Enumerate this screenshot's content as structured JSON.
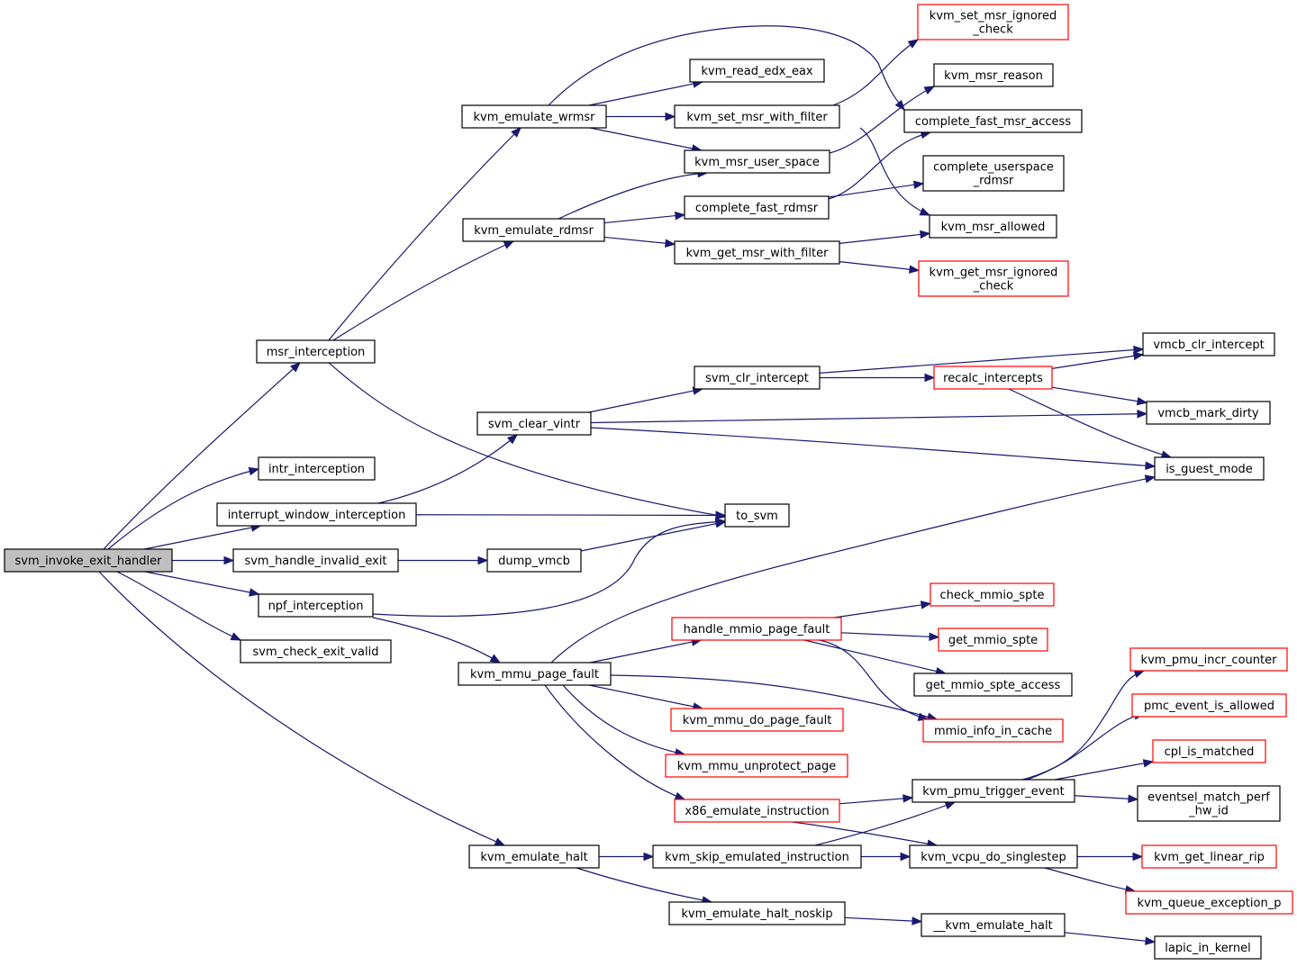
{
  "colors": {
    "edge": "#191970",
    "node_border": "#000000",
    "node_border_truncated": "#ff0000",
    "root_fill": "#bfbfbf",
    "node_fill": "#ffffff"
  },
  "nodes": [
    {
      "id": "root",
      "lines": [
        "svm_invoke_exit_handler"
      ],
      "style": "root"
    },
    {
      "id": "msr_interception",
      "lines": [
        "msr_interception"
      ],
      "style": "normal"
    },
    {
      "id": "intr_interception",
      "lines": [
        "intr_interception"
      ],
      "style": "normal"
    },
    {
      "id": "interrupt_window_interception",
      "lines": [
        "interrupt_window_interception"
      ],
      "style": "normal"
    },
    {
      "id": "svm_handle_invalid_exit",
      "lines": [
        "svm_handle_invalid_exit"
      ],
      "style": "normal"
    },
    {
      "id": "npf_interception",
      "lines": [
        "npf_interception"
      ],
      "style": "normal"
    },
    {
      "id": "svm_check_exit_valid",
      "lines": [
        "svm_check_exit_valid"
      ],
      "style": "normal"
    },
    {
      "id": "kvm_emulate_wrmsr",
      "lines": [
        "kvm_emulate_wrmsr"
      ],
      "style": "normal"
    },
    {
      "id": "kvm_emulate_rdmsr",
      "lines": [
        "kvm_emulate_rdmsr"
      ],
      "style": "normal"
    },
    {
      "id": "svm_clear_vintr",
      "lines": [
        "svm_clear_vintr"
      ],
      "style": "normal"
    },
    {
      "id": "dump_vmcb",
      "lines": [
        "dump_vmcb"
      ],
      "style": "normal"
    },
    {
      "id": "kvm_mmu_page_fault",
      "lines": [
        "kvm_mmu_page_fault"
      ],
      "style": "normal"
    },
    {
      "id": "kvm_emulate_halt",
      "lines": [
        "kvm_emulate_halt"
      ],
      "style": "normal"
    },
    {
      "id": "kvm_read_edx_eax",
      "lines": [
        "kvm_read_edx_eax"
      ],
      "style": "normal"
    },
    {
      "id": "kvm_set_msr_with_filter",
      "lines": [
        "kvm_set_msr_with_filter"
      ],
      "style": "normal"
    },
    {
      "id": "kvm_msr_user_space",
      "lines": [
        "kvm_msr_user_space"
      ],
      "style": "normal"
    },
    {
      "id": "complete_fast_rdmsr",
      "lines": [
        "complete_fast_rdmsr"
      ],
      "style": "normal"
    },
    {
      "id": "kvm_get_msr_with_filter",
      "lines": [
        "kvm_get_msr_with_filter"
      ],
      "style": "normal"
    },
    {
      "id": "svm_clr_intercept",
      "lines": [
        "svm_clr_intercept"
      ],
      "style": "normal"
    },
    {
      "id": "to_svm",
      "lines": [
        "to_svm"
      ],
      "style": "normal"
    },
    {
      "id": "handle_mmio_page_fault",
      "lines": [
        "handle_mmio_page_fault"
      ],
      "style": "truncated"
    },
    {
      "id": "kvm_mmu_do_page_fault",
      "lines": [
        "kvm_mmu_do_page_fault"
      ],
      "style": "truncated"
    },
    {
      "id": "kvm_mmu_unprotect_page",
      "lines": [
        "kvm_mmu_unprotect_page"
      ],
      "style": "truncated"
    },
    {
      "id": "x86_emulate_instruction",
      "lines": [
        "x86_emulate_instruction"
      ],
      "style": "truncated"
    },
    {
      "id": "kvm_skip_emulated_instruction",
      "lines": [
        "kvm_skip_emulated_instruction"
      ],
      "style": "normal"
    },
    {
      "id": "kvm_emulate_halt_noskip",
      "lines": [
        "kvm_emulate_halt_noskip"
      ],
      "style": "normal"
    },
    {
      "id": "kvm_set_msr_ignored_check",
      "lines": [
        "kvm_set_msr_ignored",
        "_check"
      ],
      "style": "truncated"
    },
    {
      "id": "kvm_msr_reason",
      "lines": [
        "kvm_msr_reason"
      ],
      "style": "normal"
    },
    {
      "id": "complete_fast_msr_access",
      "lines": [
        "complete_fast_msr_access"
      ],
      "style": "normal"
    },
    {
      "id": "complete_userspace_rdmsr",
      "lines": [
        "complete_userspace",
        "_rdmsr"
      ],
      "style": "normal"
    },
    {
      "id": "kvm_msr_allowed",
      "lines": [
        "kvm_msr_allowed"
      ],
      "style": "normal"
    },
    {
      "id": "kvm_get_msr_ignored_check",
      "lines": [
        "kvm_get_msr_ignored",
        "_check"
      ],
      "style": "truncated"
    },
    {
      "id": "recalc_intercepts",
      "lines": [
        "recalc_intercepts"
      ],
      "style": "truncated"
    },
    {
      "id": "check_mmio_spte",
      "lines": [
        "check_mmio_spte"
      ],
      "style": "truncated"
    },
    {
      "id": "get_mmio_spte",
      "lines": [
        "get_mmio_spte"
      ],
      "style": "truncated"
    },
    {
      "id": "get_mmio_spte_access",
      "lines": [
        "get_mmio_spte_access"
      ],
      "style": "normal"
    },
    {
      "id": "mmio_info_in_cache",
      "lines": [
        "mmio_info_in_cache"
      ],
      "style": "truncated"
    },
    {
      "id": "kvm_pmu_trigger_event",
      "lines": [
        "kvm_pmu_trigger_event"
      ],
      "style": "normal"
    },
    {
      "id": "kvm_vcpu_do_singlestep",
      "lines": [
        "kvm_vcpu_do_singlestep"
      ],
      "style": "normal"
    },
    {
      "id": "__kvm_emulate_halt",
      "lines": [
        "__kvm_emulate_halt"
      ],
      "style": "normal"
    },
    {
      "id": "vmcb_clr_intercept",
      "lines": [
        "vmcb_clr_intercept"
      ],
      "style": "normal"
    },
    {
      "id": "vmcb_mark_dirty",
      "lines": [
        "vmcb_mark_dirty"
      ],
      "style": "normal"
    },
    {
      "id": "is_guest_mode",
      "lines": [
        "is_guest_mode"
      ],
      "style": "normal"
    },
    {
      "id": "kvm_pmu_incr_counter",
      "lines": [
        "kvm_pmu_incr_counter"
      ],
      "style": "truncated"
    },
    {
      "id": "pmc_event_is_allowed",
      "lines": [
        "pmc_event_is_allowed"
      ],
      "style": "truncated"
    },
    {
      "id": "cpl_is_matched",
      "lines": [
        "cpl_is_matched"
      ],
      "style": "truncated"
    },
    {
      "id": "eventsel_match_perf_hw_id",
      "lines": [
        "eventsel_match_perf",
        "_hw_id"
      ],
      "style": "normal"
    },
    {
      "id": "kvm_get_linear_rip",
      "lines": [
        "kvm_get_linear_rip"
      ],
      "style": "truncated"
    },
    {
      "id": "kvm_queue_exception_p",
      "lines": [
        "kvm_queue_exception_p"
      ],
      "style": "truncated"
    },
    {
      "id": "lapic_in_kernel",
      "lines": [
        "lapic_in_kernel"
      ],
      "style": "normal"
    }
  ],
  "edges": [
    {
      "from": "root",
      "to": "msr_interception"
    },
    {
      "from": "root",
      "to": "intr_interception"
    },
    {
      "from": "root",
      "to": "interrupt_window_interception"
    },
    {
      "from": "root",
      "to": "svm_handle_invalid_exit"
    },
    {
      "from": "root",
      "to": "npf_interception"
    },
    {
      "from": "root",
      "to": "svm_check_exit_valid"
    },
    {
      "from": "root",
      "to": "kvm_emulate_halt"
    },
    {
      "from": "msr_interception",
      "to": "kvm_emulate_wrmsr"
    },
    {
      "from": "msr_interception",
      "to": "kvm_emulate_rdmsr"
    },
    {
      "from": "msr_interception",
      "to": "to_svm"
    },
    {
      "from": "kvm_emulate_wrmsr",
      "to": "kvm_read_edx_eax"
    },
    {
      "from": "kvm_emulate_wrmsr",
      "to": "kvm_set_msr_with_filter"
    },
    {
      "from": "kvm_emulate_wrmsr",
      "to": "kvm_msr_user_space"
    },
    {
      "from": "kvm_emulate_wrmsr",
      "to": "complete_fast_msr_access"
    },
    {
      "from": "kvm_set_msr_with_filter",
      "to": "kvm_set_msr_ignored_check"
    },
    {
      "from": "kvm_set_msr_with_filter",
      "to": "kvm_msr_allowed"
    },
    {
      "from": "kvm_msr_user_space",
      "to": "kvm_msr_reason"
    },
    {
      "from": "kvm_emulate_rdmsr",
      "to": "kvm_msr_user_space"
    },
    {
      "from": "kvm_emulate_rdmsr",
      "to": "complete_fast_rdmsr"
    },
    {
      "from": "kvm_emulate_rdmsr",
      "to": "kvm_get_msr_with_filter"
    },
    {
      "from": "complete_fast_rdmsr",
      "to": "complete_fast_msr_access"
    },
    {
      "from": "complete_fast_rdmsr",
      "to": "complete_userspace_rdmsr"
    },
    {
      "from": "kvm_get_msr_with_filter",
      "to": "kvm_msr_allowed"
    },
    {
      "from": "kvm_get_msr_with_filter",
      "to": "kvm_get_msr_ignored_check"
    },
    {
      "from": "interrupt_window_interception",
      "to": "svm_clear_vintr"
    },
    {
      "from": "interrupt_window_interception",
      "to": "to_svm"
    },
    {
      "from": "svm_clear_vintr",
      "to": "svm_clr_intercept"
    },
    {
      "from": "svm_clear_vintr",
      "to": "vmcb_mark_dirty"
    },
    {
      "from": "svm_clear_vintr",
      "to": "is_guest_mode"
    },
    {
      "from": "svm_clr_intercept",
      "to": "vmcb_clr_intercept"
    },
    {
      "from": "svm_clr_intercept",
      "to": "recalc_intercepts"
    },
    {
      "from": "recalc_intercepts",
      "to": "vmcb_clr_intercept"
    },
    {
      "from": "recalc_intercepts",
      "to": "vmcb_mark_dirty"
    },
    {
      "from": "recalc_intercepts",
      "to": "is_guest_mode"
    },
    {
      "from": "svm_handle_invalid_exit",
      "to": "dump_vmcb"
    },
    {
      "from": "dump_vmcb",
      "to": "to_svm"
    },
    {
      "from": "npf_interception",
      "to": "to_svm"
    },
    {
      "from": "npf_interception",
      "to": "kvm_mmu_page_fault"
    },
    {
      "from": "kvm_mmu_page_fault",
      "to": "is_guest_mode"
    },
    {
      "from": "kvm_mmu_page_fault",
      "to": "handle_mmio_page_fault"
    },
    {
      "from": "kvm_mmu_page_fault",
      "to": "mmio_info_in_cache"
    },
    {
      "from": "kvm_mmu_page_fault",
      "to": "kvm_mmu_do_page_fault"
    },
    {
      "from": "kvm_mmu_page_fault",
      "to": "kvm_mmu_unprotect_page"
    },
    {
      "from": "kvm_mmu_page_fault",
      "to": "x86_emulate_instruction"
    },
    {
      "from": "handle_mmio_page_fault",
      "to": "check_mmio_spte"
    },
    {
      "from": "handle_mmio_page_fault",
      "to": "get_mmio_spte"
    },
    {
      "from": "handle_mmio_page_fault",
      "to": "get_mmio_spte_access"
    },
    {
      "from": "handle_mmio_page_fault",
      "to": "mmio_info_in_cache"
    },
    {
      "from": "x86_emulate_instruction",
      "to": "kvm_pmu_trigger_event"
    },
    {
      "from": "x86_emulate_instruction",
      "to": "kvm_vcpu_do_singlestep"
    },
    {
      "from": "kvm_emulate_halt",
      "to": "kvm_skip_emulated_instruction"
    },
    {
      "from": "kvm_emulate_halt",
      "to": "kvm_emulate_halt_noskip"
    },
    {
      "from": "kvm_skip_emulated_instruction",
      "to": "kvm_pmu_trigger_event"
    },
    {
      "from": "kvm_skip_emulated_instruction",
      "to": "kvm_vcpu_do_singlestep"
    },
    {
      "from": "kvm_emulate_halt_noskip",
      "to": "__kvm_emulate_halt"
    },
    {
      "from": "kvm_pmu_trigger_event",
      "to": "kvm_pmu_incr_counter"
    },
    {
      "from": "kvm_pmu_trigger_event",
      "to": "pmc_event_is_allowed"
    },
    {
      "from": "kvm_pmu_trigger_event",
      "to": "cpl_is_matched"
    },
    {
      "from": "kvm_pmu_trigger_event",
      "to": "eventsel_match_perf_hw_id"
    },
    {
      "from": "kvm_vcpu_do_singlestep",
      "to": "kvm_get_linear_rip"
    },
    {
      "from": "kvm_vcpu_do_singlestep",
      "to": "kvm_queue_exception_p"
    },
    {
      "from": "__kvm_emulate_halt",
      "to": "lapic_in_kernel"
    }
  ]
}
